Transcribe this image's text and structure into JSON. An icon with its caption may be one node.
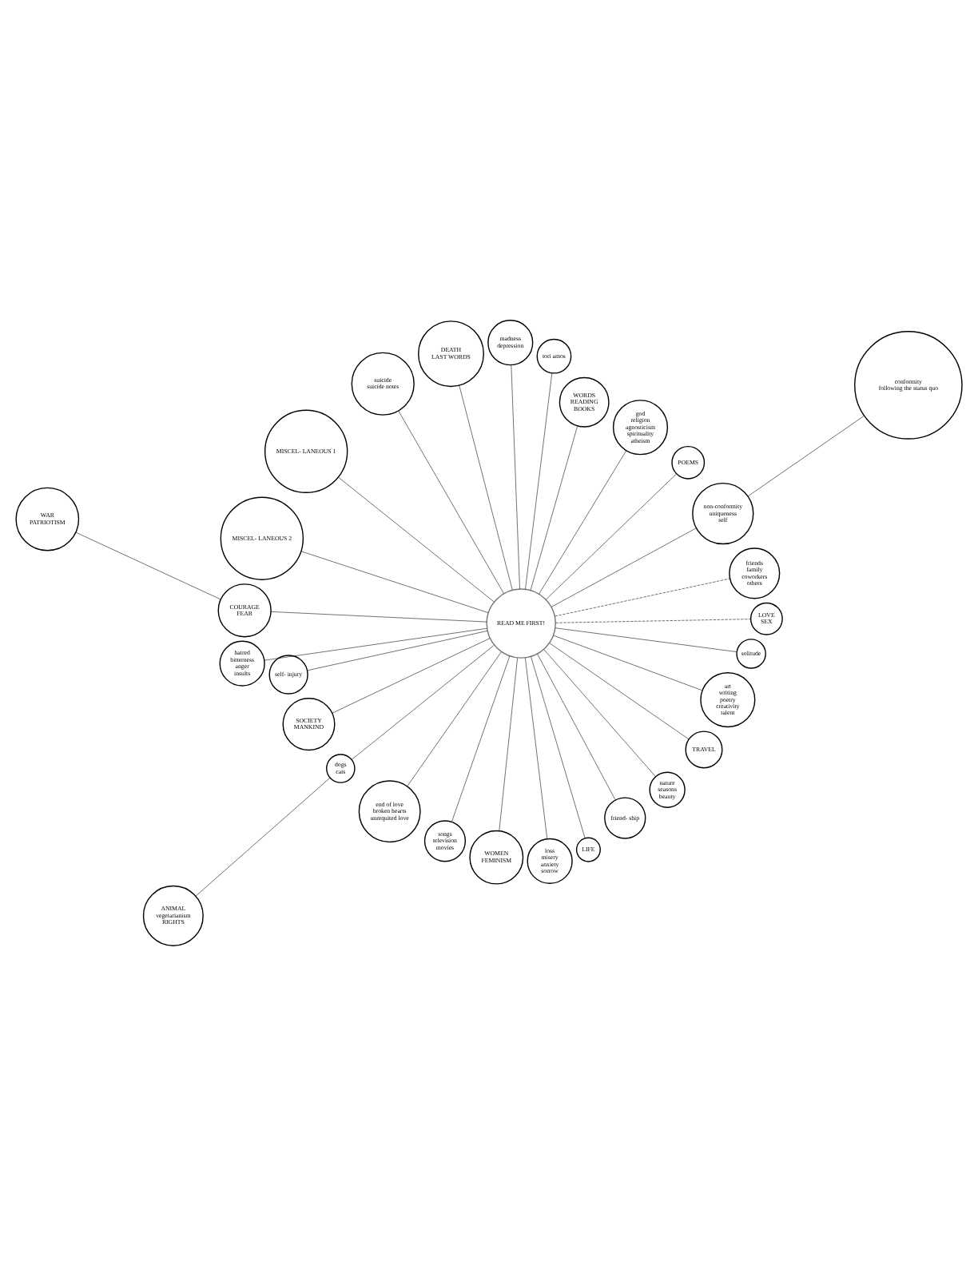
{
  "diagram": {
    "nodes": [
      {
        "text": [
          "READ ME FIRST!"
        ]
      },
      {
        "text": [
          "LOVE",
          "SEX"
        ]
      },
      {
        "text": [
          "friends",
          "family",
          "coworkers",
          "others"
        ]
      },
      {
        "text": [
          "conformity",
          "following the status quo"
        ]
      },
      {
        "text": [
          "non-conformity",
          "uniqueness",
          "self"
        ]
      },
      {
        "text": [
          "POEMS"
        ]
      },
      {
        "text": [
          "god",
          "religion",
          "agnosticism",
          "spirituality",
          "atheism"
        ]
      },
      {
        "text": [
          "WORDS",
          "READING",
          "BOOKS"
        ]
      },
      {
        "text": [
          "tori amos"
        ]
      },
      {
        "text": [
          "madness",
          "depression"
        ]
      },
      {
        "text": [
          "DEATH",
          "LAST WORDS"
        ]
      },
      {
        "text": [
          "suicide",
          "suicide notes"
        ]
      },
      {
        "text": [
          "MISCEL- LANEOUS 1"
        ]
      },
      {
        "text": [
          "MISCEL- LANEOUS 2"
        ]
      },
      {
        "text": [
          "COURAGE",
          "FEAR"
        ]
      },
      {
        "text": [
          "WAR",
          "PATRIOTISM"
        ]
      },
      {
        "text": [
          "hatred",
          "bitterness",
          "anger",
          "insults"
        ]
      },
      {
        "text": [
          "self- injury"
        ]
      },
      {
        "text": [
          "SOCIETY",
          "MANKIND"
        ]
      },
      {
        "text": [
          "dogs",
          "cats"
        ]
      },
      {
        "text": [
          "ANIMAL",
          "vegetarianism",
          "RIGHTS"
        ]
      },
      {
        "text": [
          "end of love",
          "broken hearts",
          "unrequited love"
        ]
      },
      {
        "text": [
          "songs",
          "television",
          "movies"
        ]
      },
      {
        "text": [
          "WOMEN",
          "FEMINISM"
        ]
      },
      {
        "text": [
          "loss",
          "misery",
          "anxiety",
          "sorrow"
        ]
      },
      {
        "text": [
          "LIFE"
        ]
      },
      {
        "text": [
          "friend- ship"
        ]
      },
      {
        "text": [
          "nature",
          "seasons",
          "beauty"
        ]
      },
      {
        "text": [
          "TRAVEL"
        ]
      },
      {
        "text": [
          "art",
          "writing",
          "poetry",
          "creativity",
          "talent"
        ]
      },
      {
        "text": [
          "solitude"
        ]
      }
    ],
    "edges": [
      {
        "from": 0,
        "to": 1,
        "arrow": "none",
        "style": "dashed"
      },
      {
        "from": 0,
        "to": 2,
        "arrow": "none",
        "style": "dashed"
      },
      {
        "from": 4,
        "to": 3,
        "arrow": "none"
      },
      {
        "from": 0,
        "to": 4,
        "arrow": "none"
      },
      {
        "from": 0,
        "to": 5,
        "arrow": "none"
      },
      {
        "from": 0,
        "to": 6,
        "arrow": "none"
      },
      {
        "from": 0,
        "to": 7,
        "arrow": "none"
      },
      {
        "from": 0,
        "to": 8,
        "arrow": "none"
      },
      {
        "from": 0,
        "to": 9,
        "arrow": "none"
      },
      {
        "from": 0,
        "to": 10,
        "arrow": "none"
      },
      {
        "from": 0,
        "to": 11,
        "arrow": "none"
      },
      {
        "from": 0,
        "to": 12,
        "arrow": "none"
      },
      {
        "from": 0,
        "to": 13,
        "arrow": "none"
      },
      {
        "from": 0,
        "to": 14,
        "arrow": "none"
      },
      {
        "from": 14,
        "to": 15,
        "arrow": "none"
      },
      {
        "from": 0,
        "to": 16,
        "arrow": "none"
      },
      {
        "from": 0,
        "to": 17,
        "arrow": "none"
      },
      {
        "from": 0,
        "to": 18,
        "arrow": "none"
      },
      {
        "from": 0,
        "to": 19,
        "arrow": "none"
      },
      {
        "from": 19,
        "to": 20,
        "arrow": "none"
      },
      {
        "from": 0,
        "to": 21,
        "arrow": "none"
      },
      {
        "from": 0,
        "to": 22,
        "arrow": "none"
      },
      {
        "from": 0,
        "to": 23,
        "arrow": "none"
      },
      {
        "from": 0,
        "to": 24,
        "arrow": "none"
      },
      {
        "from": 0,
        "to": 25,
        "arrow": "none"
      },
      {
        "from": 0,
        "to": 26,
        "arrow": "none"
      },
      {
        "from": 0,
        "to": 27,
        "arrow": "none"
      },
      {
        "from": 0,
        "to": 28,
        "arrow": "none"
      },
      {
        "from": 0,
        "to": 29,
        "arrow": "none"
      },
      {
        "from": 0,
        "to": 30,
        "arrow": "none"
      }
    ]
  }
}
